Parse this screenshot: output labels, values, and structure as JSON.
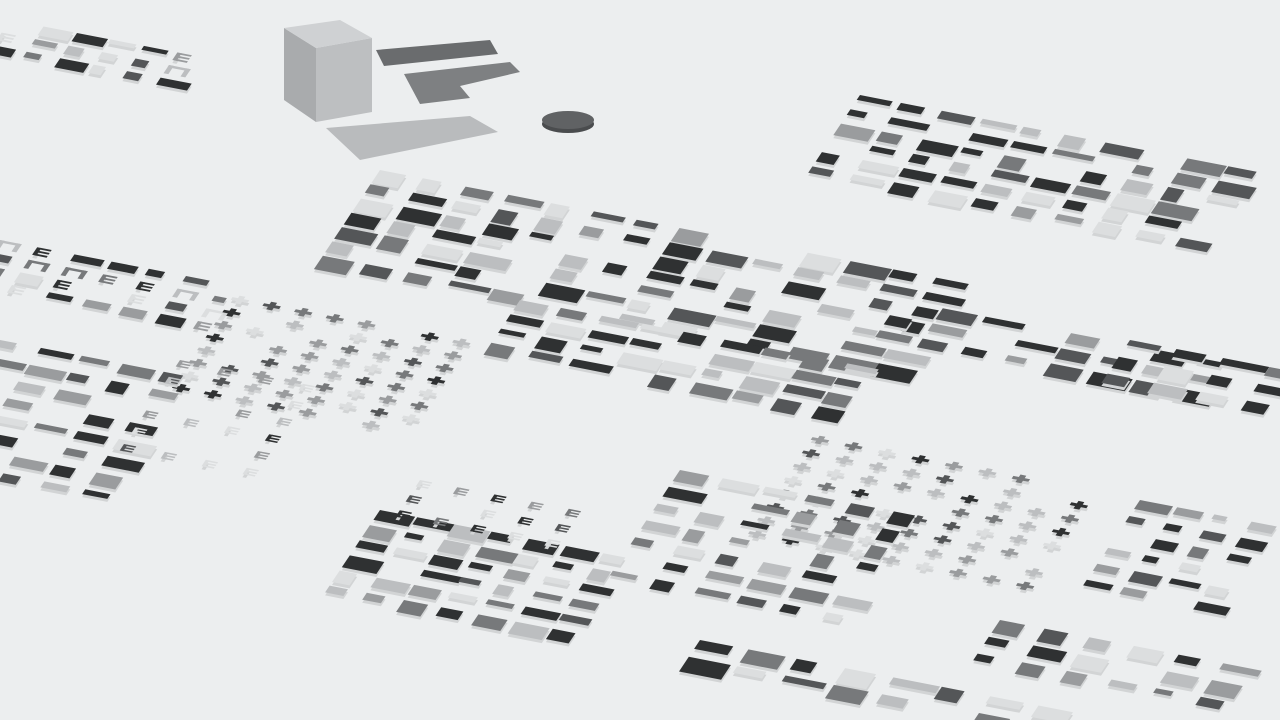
{
  "scene": {
    "kind": "3d-city-block-render",
    "projection": "perspective-isometric",
    "ground_color": "#eceeef",
    "building_palette": [
      "#2f3132",
      "#545658",
      "#77797b",
      "#9a9c9e",
      "#bcbec0",
      "#dcdedf"
    ],
    "shadow_color": "#d2d4d5",
    "landmarks": [
      {
        "name": "tall-tower",
        "shape": "cube"
      },
      {
        "name": "round-tank",
        "shape": "cylinder"
      }
    ],
    "footprint_shapes": [
      "rectangle",
      "cross",
      "e-shape",
      "u-shape",
      "l-shape"
    ],
    "labels_present": false
  }
}
